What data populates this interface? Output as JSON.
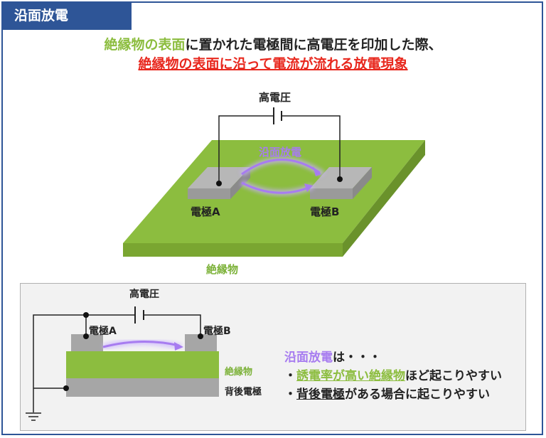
{
  "header": {
    "title": "沿面放電"
  },
  "headline": {
    "line1_green": "絶縁物の表面",
    "line1_rest": "に置かれた電極間に高電圧を印加した際、",
    "line2": "絶縁物の表面に沿って電流が流れる放電現象"
  },
  "top_diagram": {
    "voltage_label": "高電圧",
    "discharge_label": "沿面放電",
    "electrode_a": "電極A",
    "electrode_b": "電極B",
    "insulator_label": "絶縁物"
  },
  "bottom_diagram": {
    "voltage_label": "高電圧",
    "electrode_a": "電極A",
    "electrode_b": "電極B",
    "insulator_label": "絶縁物",
    "back_electrode_label": "背後電極"
  },
  "notes": {
    "intro_purple": "沿面放電",
    "intro_rest": "は・・・",
    "bullet1_prefix": "・",
    "bullet1_green": "誘電率が高い絶縁物",
    "bullet1_rest": "ほど起こりやすい",
    "bullet2_prefix": "・",
    "bullet2_bold": "背後電極",
    "bullet2_rest": "がある場合に起こりやすい"
  },
  "colors": {
    "frame": "#2e5597",
    "insulator": "#8cbd3f",
    "discharge": "#a77cf0",
    "warning": "#e8281e",
    "electrode": "#a6a6a6"
  }
}
